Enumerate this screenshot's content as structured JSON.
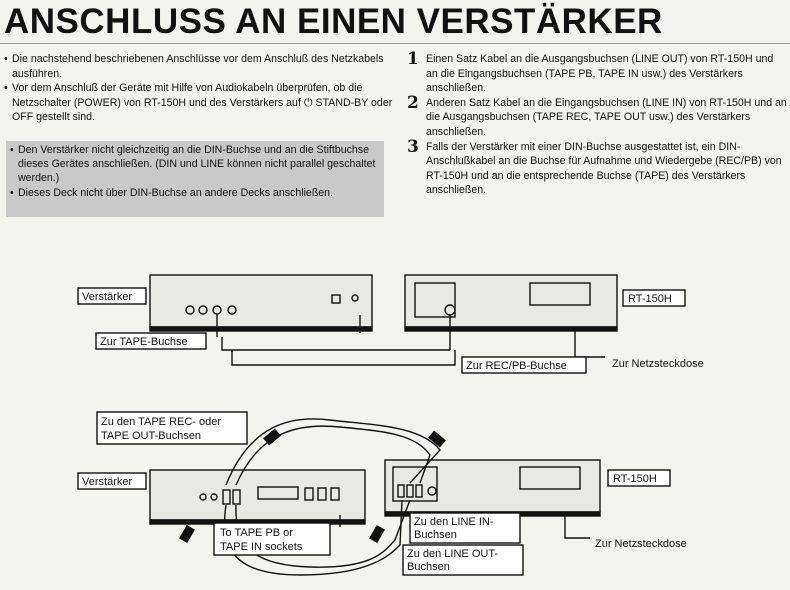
{
  "title": "ANSCHLUSS AN EINEN VERSTÄRKER",
  "left_column": {
    "bullets": [
      "Die nachstehend beschriebenen Anschlüsse vor dem Anschluß des Netzkabels ausführen.",
      "Vor dem Anschluß der Geräte mit Hilfe von Audiokabeln überprüfen, ob die Netzschalter (POWER) von RT-150H und des Verstärkers auf",
      "STAND-BY oder OFF gestellt sind."
    ],
    "power_icon": "power-standby-icon",
    "warning_box": [
      "Den Verstärker nicht gleichzeitig an die DIN-Buchse und an die Stiftbuchse dieses Gerätes anschließen. (DIN und LINE können nicht parallel geschaltet werden.)",
      "Dieses Deck nicht über DIN-Buchse an andere Decks anschließen."
    ]
  },
  "right_column": {
    "steps": [
      {
        "num": "1",
        "text": "Einen Satz Kabel an die Ausgangsbuchsen (LINE OUT) von RT-150H und an die Eingangsbuchsen (TAPE PB, TAPE IN usw.) des Verstärkers anschließen."
      },
      {
        "num": "2",
        "text": "Anderen Satz Kabel an die Eingangsbuchsen (LINE IN) von RT-150H und an die Ausgangsbuchsen (TAPE REC, TAPE OUT usw.) des Verstärkers anschließen."
      },
      {
        "num": "3",
        "text": "Falls der Verstärker mit einer DIN-Buchse ausgestattet ist, ein DIN-Anschlußkabel an die Buchse für Aufnahme und Wiedergebe (REC/PB) von RT-150H und an die entsprechende Buchse (TAPE) des Verstärkers anschließen."
      }
    ]
  },
  "diagram": {
    "top": {
      "amp_label": "Verstärker",
      "deck_label": "RT-150H",
      "amp_jack_label": "Zur TAPE-Buchse",
      "deck_jack_label": "Zur REC/PB-Buchse",
      "outlet_label": "Zur Netzsteckdose"
    },
    "bottom": {
      "amp_label": "Verstärker",
      "deck_label": "RT-150H",
      "tape_rec_label": [
        "Zu den TAPE REC- oder",
        "TAPE OUT-Buchsen"
      ],
      "tape_pb_label": [
        "To TAPE PB or",
        "TAPE IN sockets"
      ],
      "line_in_label": [
        "Zu den LINE IN-",
        "Buchsen"
      ],
      "line_out_label": [
        "Zu den LINE OUT-",
        "Buchsen"
      ],
      "outlet_label": "Zur Netzsteckdose"
    }
  }
}
